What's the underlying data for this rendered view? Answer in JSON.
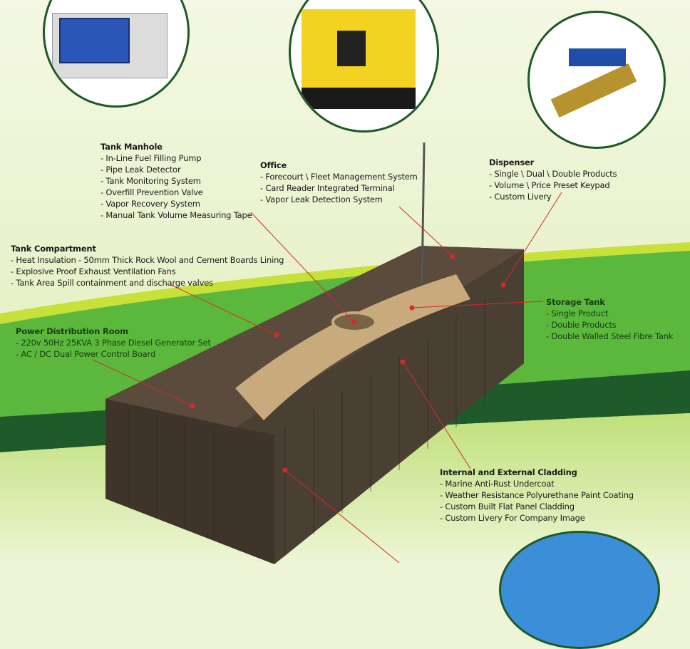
{
  "colors": {
    "background_light": "#eef5d6",
    "band_green": "#5cb83c",
    "band_dark": "#1f5a2a",
    "container": "#4a3f33",
    "tank": "#c9aa7c",
    "pointer": "#d42a2a"
  },
  "images": [
    {
      "name": "tank-monitoring-console"
    },
    {
      "name": "diesel-generator"
    },
    {
      "name": "dispenser-nozzle"
    },
    {
      "name": "sky-preview"
    }
  ],
  "labels": [
    {
      "id": "tank-manhole",
      "title": "Tank Manhole",
      "items": [
        "- In-Line Fuel Filling Pump",
        "- Pipe Leak Detector",
        "- Tank Monitoring System",
        "- Overfill Prevention Valve",
        "- Vapor Recovery System",
        "- Manual Tank Volume Measuring Tape"
      ]
    },
    {
      "id": "office",
      "title": "Office",
      "items": [
        "- Forecourt \\ Fleet Management System",
        "- Card Reader Integrated Terminal",
        "- Vapor Leak Detection System"
      ]
    },
    {
      "id": "dispenser",
      "title": "Dispenser",
      "items": [
        "- Single \\ Dual \\ Double Products",
        "- Volume \\ Price Preset Keypad",
        "- Custom Livery"
      ]
    },
    {
      "id": "tank-compartment",
      "title": "Tank Compartment",
      "items": [
        "- Heat Insulation - 50mm Thick Rock Wool and Cement Boards Lining",
        "- Explosive Proof Exhaust Ventilation Fans",
        "- Tank Area Spill containment and discharge valves"
      ]
    },
    {
      "id": "storage-tank",
      "title": "Storage Tank",
      "items": [
        "- Single Product",
        "- Double Products",
        "- Double Walled Steel Fibre Tank"
      ]
    },
    {
      "id": "power-distribution-room",
      "title": "Power Distribution Room",
      "items": [
        "- 220v 50Hz 25KVA 3 Phase Diesel Generator Set",
        "- AC / DC Dual Power Control Board"
      ]
    },
    {
      "id": "cladding",
      "title": "Internal and External Cladding",
      "items": [
        "- Marine Anti-Rust Undercoat",
        "- Weather Resistance Polyurethane Paint Coating",
        "- Custom Built Flat Panel Cladding",
        "- Custom Livery For Company Image"
      ]
    }
  ]
}
